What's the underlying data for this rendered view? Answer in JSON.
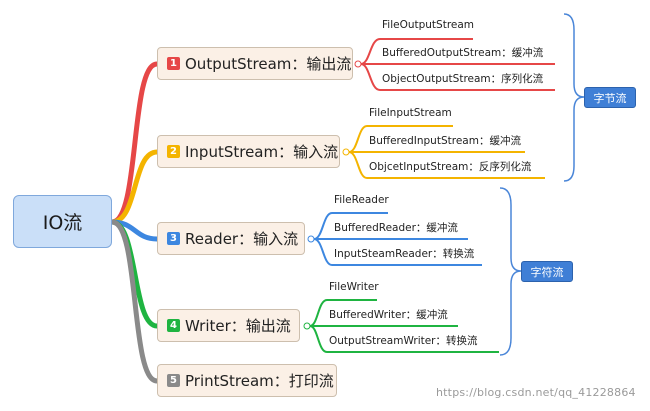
{
  "root": {
    "label": "IO流"
  },
  "branches": [
    {
      "num": "1",
      "name": "OutputStream",
      "suffix": "：输出流",
      "color": "#e64747",
      "children": [
        "FileOutputStream",
        "BufferedOutputStream：缓冲流",
        "ObjectOutputStream：序列化流"
      ]
    },
    {
      "num": "2",
      "name": "InputStream",
      "suffix": "：输入流",
      "color": "#f4b400",
      "children": [
        "FileInputStream",
        "BufferedInputStream：缓冲流",
        "ObjcetInputStream：反序列化流"
      ]
    },
    {
      "num": "3",
      "name": "Reader",
      "suffix": "：输入流",
      "color": "#3d87e0",
      "children": [
        "FileReader",
        "BufferedReader：缓冲流",
        "InputSteamReader：转换流"
      ]
    },
    {
      "num": "4",
      "name": "Writer",
      "suffix": "：输出流",
      "color": "#1fb441",
      "children": [
        "FileWriter",
        "BufferedWriter：缓冲流",
        "OutputStreamWriter：转换流"
      ]
    },
    {
      "num": "5",
      "name": "PrintStream",
      "suffix": "：打印流",
      "color": "#8a8a8a",
      "children": []
    }
  ],
  "groups": [
    {
      "label": "字节流"
    },
    {
      "label": "字符流"
    }
  ],
  "watermark": "https://blog.csdn.net/qq_41228864"
}
